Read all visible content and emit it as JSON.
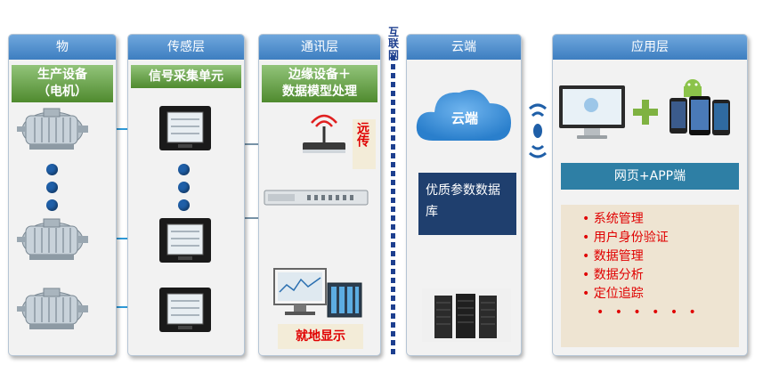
{
  "columns": {
    "physical": {
      "title": "物",
      "subtitle_l1": "生产设备",
      "subtitle_l2": "（电机）"
    },
    "sensing": {
      "title": "传感层",
      "subtitle": "信号采集单元"
    },
    "comm": {
      "title": "通讯层",
      "subtitle_l1": "边缘设备＋",
      "subtitle_l2": "数据模型处理",
      "remote_label": "远传",
      "local_label": "就地显示"
    },
    "cloud": {
      "title": "云端",
      "cloud_label": "云端",
      "db_label": "优质参数数据库"
    },
    "app": {
      "title": "应用层",
      "client_label": "网页+APP端",
      "items": [
        "系统管理",
        "用户身份验证",
        "数据管理",
        "数据分析",
        "定位追踪"
      ],
      "more": "• • • • • •"
    }
  },
  "separator_label": "互联网",
  "colors": {
    "header_blue": "#4a8ad0",
    "green": "#5a9a3a",
    "navy": "#1d3f8f",
    "red": "#e00000",
    "wire": "#2e9ad8"
  }
}
